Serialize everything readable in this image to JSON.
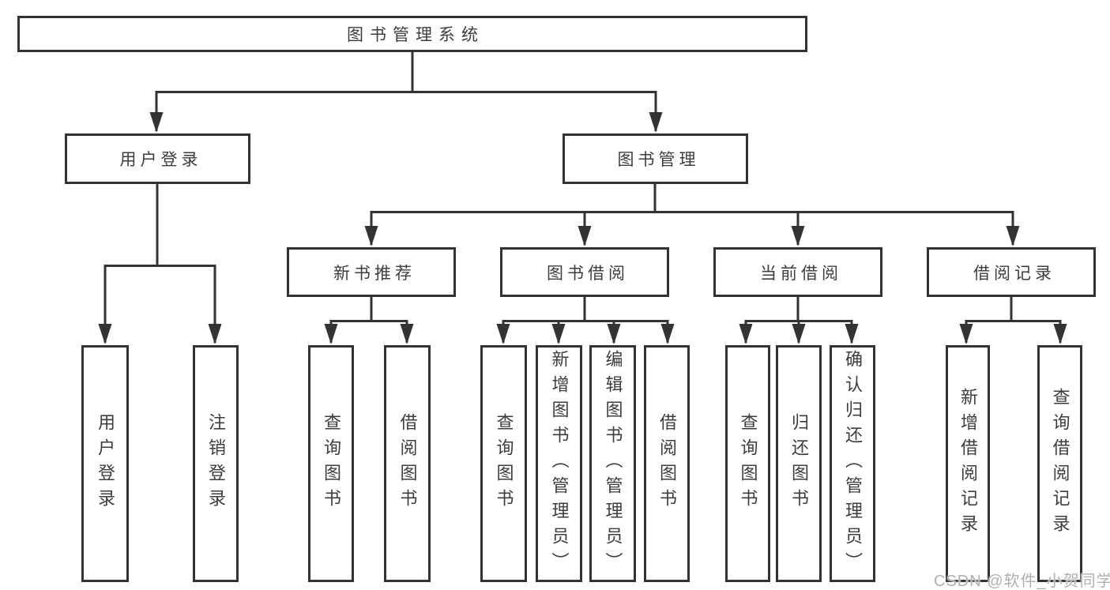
{
  "diagram": {
    "title": "图书管理系统",
    "root": {
      "label": "图书管理系统"
    },
    "level2": [
      {
        "id": "user-login",
        "label": "用户登录"
      },
      {
        "id": "book-management",
        "label": "图书管理"
      }
    ],
    "level3": [
      {
        "id": "new-book-recommend",
        "label": "新书推荐",
        "parent": "book-management"
      },
      {
        "id": "book-borrowing",
        "label": "图书借阅",
        "parent": "book-management"
      },
      {
        "id": "current-borrowing",
        "label": "当前借阅",
        "parent": "book-management"
      },
      {
        "id": "borrowing-records",
        "label": "借阅记录",
        "parent": "book-management"
      }
    ],
    "leaves": [
      {
        "id": "user-login-leaf",
        "label": "用户登录",
        "parent": "user-login"
      },
      {
        "id": "logout",
        "label": "注销登录",
        "parent": "user-login"
      },
      {
        "id": "query-books-recommend",
        "label": "查询图书",
        "parent": "new-book-recommend"
      },
      {
        "id": "borrow-books-recommend",
        "label": "借阅图书",
        "parent": "new-book-recommend"
      },
      {
        "id": "query-books-borrow",
        "label": "查询图书",
        "parent": "book-borrowing"
      },
      {
        "id": "add-book-admin",
        "label": "新增图书（管理员）",
        "parent": "book-borrowing"
      },
      {
        "id": "edit-book-admin",
        "label": "编辑图书（管理员）",
        "parent": "book-borrowing"
      },
      {
        "id": "borrow-books-borrow",
        "label": "借阅图书",
        "parent": "book-borrowing"
      },
      {
        "id": "query-books-current",
        "label": "查询图书",
        "parent": "current-borrowing"
      },
      {
        "id": "return-book",
        "label": "归还图书",
        "parent": "current-borrowing"
      },
      {
        "id": "confirm-return-admin",
        "label": "确认归还（管理员）",
        "parent": "current-borrowing"
      },
      {
        "id": "add-borrow-record",
        "label": "新增借阅记录",
        "parent": "borrowing-records"
      },
      {
        "id": "query-borrow-record",
        "label": "查询借阅记录",
        "parent": "borrowing-records"
      }
    ],
    "colors": {
      "line": "#333333",
      "text": "#3d3d3d",
      "background": "#ffffff",
      "watermark": "#b0b0b0"
    }
  },
  "watermark": {
    "text": "CSDN @软件_小贺同学"
  }
}
